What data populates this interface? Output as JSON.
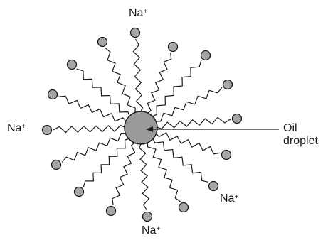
{
  "labels": {
    "na_top": {
      "text": "Na",
      "charge": "+"
    },
    "na_left": {
      "text": "Na",
      "charge": "+"
    },
    "na_right": {
      "text": "Na",
      "charge": "+"
    },
    "na_bottom": {
      "text": "Na",
      "charge": "+"
    },
    "oil_line1": "Oil",
    "oil_line2": "droplet"
  },
  "colors": {
    "droplet": "#9a9a9a",
    "head": "#a6a6a6",
    "ink": "#1a1a1a"
  }
}
